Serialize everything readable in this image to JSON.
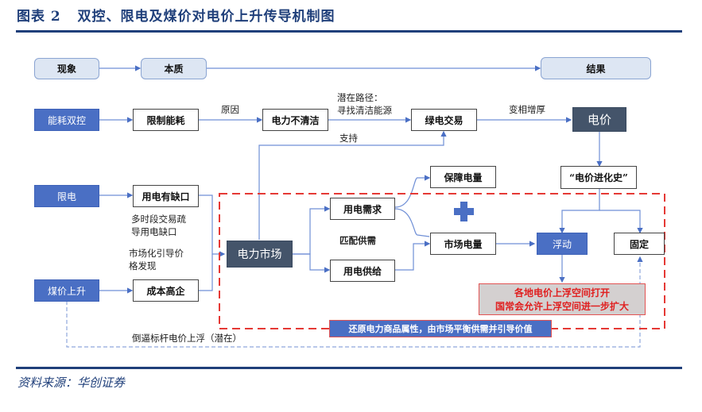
{
  "header": {
    "figure_label": "图表 2",
    "title": "双控、限电及煤价对电价上升传导机制图"
  },
  "columns": {
    "phenomenon": "现象",
    "essence": "本质",
    "result": "结果"
  },
  "nodes": {
    "energy_dual_control": "能耗双控",
    "limit_energy": "限制能耗",
    "power_not_clean": "电力不清洁",
    "green_power_trade": "绿电交易",
    "electricity_price": "电价",
    "power_limit": "限电",
    "power_shortage": "用电有缺口",
    "coal_price_rise": "煤价上升",
    "high_cost_enterprise": "成本高企",
    "power_market": "电力市场",
    "power_demand": "用电需求",
    "power_supply": "用电供给",
    "guaranteed_power": "保障电量",
    "market_power": "市场电量",
    "price_history": "“电价进化史”",
    "floating": "浮动",
    "fixed": "固定"
  },
  "edge_labels": {
    "cause": "原因",
    "potential_path_line1": "潜在路径：",
    "potential_path_line2": "寻找清洁能源",
    "disguised_increase": "变相增厚",
    "support": "支持",
    "multi_period_line1": "多时段交易疏",
    "multi_period_line2": "导用电缺口",
    "marketization_line1": "市场化引导价",
    "marketization_line2": "格发现",
    "match_supply_demand": "匹配供需",
    "benchmark_price": "倒逼标杆电价上浮（潜在）"
  },
  "callouts": {
    "float_space_line1": "各地电价上浮空间打开",
    "float_space_line2": "国常会允许上浮空间进一步扩大",
    "restore_attribute": "还原电力商品属性，由市场平衡供需并引导价值"
  },
  "colors": {
    "title_blue": "#1f3f7a",
    "node_blue": "#4a6fc4",
    "node_dark": "#44546a",
    "header_fill": "#dde6f3",
    "connector": "#6f8fd6",
    "dashed_red": "#e53935",
    "callout_text_red": "#e02020"
  },
  "footer": {
    "source": "资料来源：华创证券"
  }
}
